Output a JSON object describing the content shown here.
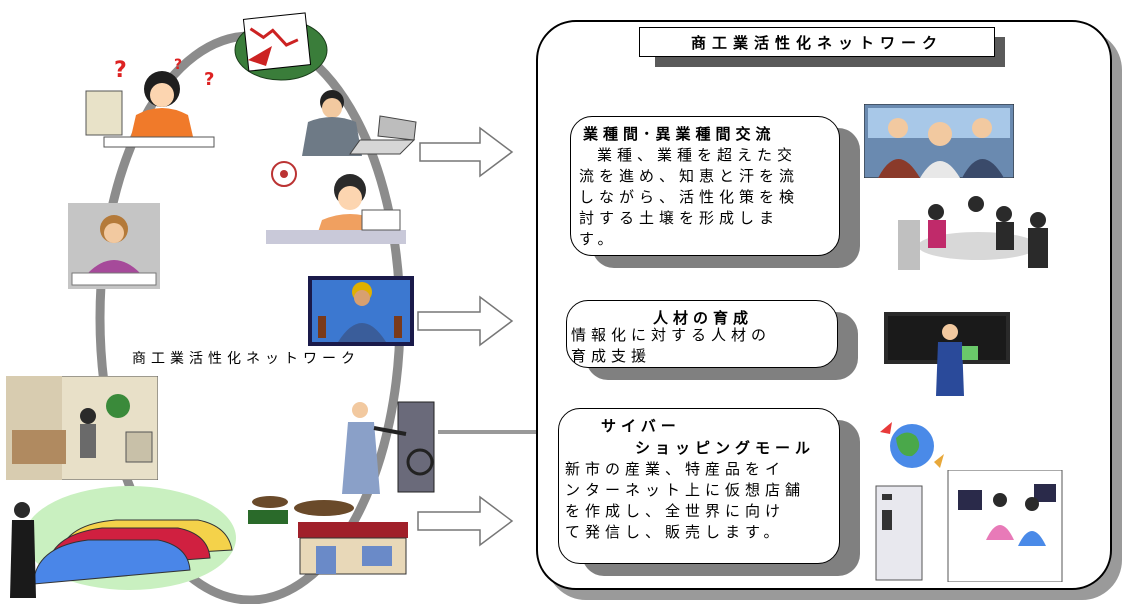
{
  "network_title": "商工業活性化ネットワーク",
  "circle_caption": "商工業活性化ネットワーク",
  "sections": [
    {
      "heading": "業種間･異業種間交流",
      "body": [
        "業種、業種を超えた交",
        "流を進め、知恵と汗を流",
        "しながら、活性化策を検",
        "討する土壌を形成しま",
        "す。"
      ]
    },
    {
      "heading": "人材の育成",
      "body": [
        "情報化に対する人材の",
        "育成支援"
      ]
    },
    {
      "heading_line1": "サイバー",
      "heading_line2": "ショッピングモール",
      "body": [
        "新市の産業、特産品をイ",
        "ンターネット上に仮想店舗",
        "を作成し、全世界に向け",
        "て発信し、販売します。"
      ]
    }
  ]
}
